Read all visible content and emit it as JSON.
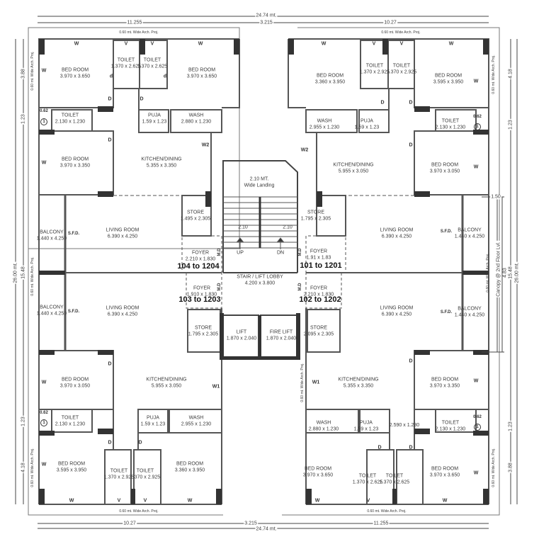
{
  "overall": {
    "width_label": "24.74 mt.",
    "depth_label": "26.00 mt.",
    "top_dims": [
      "11.255",
      "3.215",
      "10.27"
    ],
    "bottom_dims": [
      "10.27",
      "3.215",
      "11.255"
    ],
    "left_dims": [
      "3.88",
      "1.23",
      "15.48",
      "1.23",
      "4.18"
    ],
    "right_dims": [
      "4.18",
      "1.23",
      "15.48",
      "1.23",
      "3.88"
    ],
    "canopy_dims": [
      "1.50",
      "4.83"
    ],
    "canopy_label": "Canopy @ 2nd Floor Lvl.",
    "arch_proj": "0.60 mt. Wide Arch. Proj.",
    "shaft_dim": "0.62",
    "shaft_symbol": "1"
  },
  "units": [
    "104 to 1204",
    "101 to 1201",
    "103 to 1203",
    "102 to 1202"
  ],
  "rooms": [
    {
      "name": "BED ROOM",
      "dims": "3.970 x 3.650"
    },
    {
      "name": "TOILET",
      "dims": "1.370 x 2.625"
    },
    {
      "name": "TOILET",
      "dims": "1.370 x 2.625"
    },
    {
      "name": "BED ROOM",
      "dims": "3.970 x 3.650"
    },
    {
      "name": "TOILET",
      "dims": "2.130 x 1.230"
    },
    {
      "name": "PUJA",
      "dims": "1.59 x 1.23"
    },
    {
      "name": "WASH",
      "dims": "2.880 x 1.230"
    },
    {
      "name": "BED ROOM",
      "dims": "3.970 x 3.350"
    },
    {
      "name": "KITCHEN/DINING",
      "dims": "5.355 x 3.350"
    },
    {
      "name": "STORE",
      "dims": "1.495 x 2.305"
    },
    {
      "name": "BALCONY",
      "dims": "1.440 x 4.250"
    },
    {
      "name": "LIVING ROOM",
      "dims": "6.390 x 4.250"
    },
    {
      "name": "FOYER",
      "dims": "2.210 x 1.830"
    },
    {
      "name": "BED ROOM",
      "dims": "3.360 x 3.950"
    },
    {
      "name": "TOILET",
      "dims": "1.370 x 2.925"
    },
    {
      "name": "TOILET",
      "dims": "1.370 x 2.925"
    },
    {
      "name": "BED ROOM",
      "dims": "3.595 x 3.950"
    },
    {
      "name": "WASH",
      "dims": "2.955 x 1.230"
    },
    {
      "name": "PUJA",
      "dims": "1.59 x 1.23"
    },
    {
      "name": "TOILET",
      "dims": "2.130 x 1.230"
    },
    {
      "name": "KITCHEN/DINING",
      "dims": "5.955 x 3.050"
    },
    {
      "name": "BED ROOM",
      "dims": "3.970 x 3.050"
    },
    {
      "name": "STORE",
      "dims": "1.795 x 2.305"
    },
    {
      "name": "LIVING ROOM",
      "dims": "6.390 x 4.250"
    },
    {
      "name": "BALCONY",
      "dims": "1.440 x 4.250"
    },
    {
      "name": "FOYER",
      "dims": "1.91 x 1.83"
    },
    {
      "name": "2.10 MT.",
      "dims": "Wide Landing"
    },
    {
      "name": "STAIR / LIFT LOBBY",
      "dims": "4.200 x 3.800"
    },
    {
      "name": "LIFT",
      "dims": "1.870 x 2.040"
    },
    {
      "name": "FIRE LIFT",
      "dims": "1.870 x 2.040"
    },
    {
      "name": "FOYER",
      "dims": "1.910 x 1.830"
    },
    {
      "name": "BALCONY",
      "dims": "1.440 x 4.250"
    },
    {
      "name": "LIVING ROOM",
      "dims": "6.390 x 4.250"
    },
    {
      "name": "STORE",
      "dims": "1.795 x 2.305"
    },
    {
      "name": "BED ROOM",
      "dims": "3.970 x 3.050"
    },
    {
      "name": "KITCHEN/DINING",
      "dims": "5.955 x 3.050"
    },
    {
      "name": "TOILET",
      "dims": "2.130 x 1.230"
    },
    {
      "name": "PUJA",
      "dims": "1.59 x 1.23"
    },
    {
      "name": "WASH",
      "dims": "2.955 x 1.230"
    },
    {
      "name": "BED ROOM",
      "dims": "3.595 x 3.950"
    },
    {
      "name": "TOILET",
      "dims": "1.370 x 2.925"
    },
    {
      "name": "TOILET",
      "dims": "1.370 x 2.925"
    },
    {
      "name": "BED ROOM",
      "dims": "3.360 x 3.950"
    },
    {
      "name": "FOYER",
      "dims": "2.210 x 1.830"
    },
    {
      "name": "LIVING ROOM",
      "dims": "6.390 x 4.250"
    },
    {
      "name": "BALCONY",
      "dims": "1.440 x 4.250"
    },
    {
      "name": "STORE",
      "dims": "2.095 x 2.305"
    },
    {
      "name": "KITCHEN/DINING",
      "dims": "5.355 x 3.350"
    },
    {
      "name": "BED ROOM",
      "dims": "3.970 x 3.350"
    },
    {
      "name": "WASH",
      "dims": "2.880 x 1.230"
    },
    {
      "name": "PUJA",
      "dims": "1.59 x 1.23"
    },
    {
      "name": "",
      "dims": "2.590 x 1.230"
    },
    {
      "name": "TOILET",
      "dims": "2.130 x 1.230"
    },
    {
      "name": "BED ROOM",
      "dims": "3.970 x 3.650"
    },
    {
      "name": "TOILET",
      "dims": "1.370 x 2.625"
    },
    {
      "name": "TOILET",
      "dims": "1.370 x 2.625"
    },
    {
      "name": "BED ROOM",
      "dims": "3.970 x 3.650"
    }
  ],
  "stair": {
    "up": "UP",
    "dn": "DN",
    "flight_width": "2.10"
  },
  "markers": {
    "window": "W",
    "ventilator": "V",
    "door": "D",
    "small_door": "d",
    "w1": "W1",
    "w2": "W2",
    "sfd": "S.F.D.",
    "main_door": "M.D"
  }
}
